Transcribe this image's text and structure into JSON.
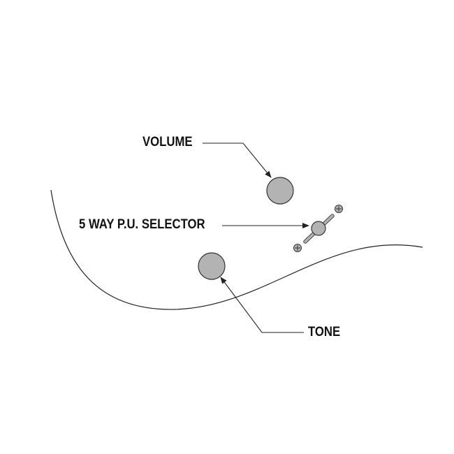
{
  "labels": {
    "volume": "VOLUME",
    "selector": "5 WAY P.U. SELECTOR",
    "tone": "TONE"
  },
  "colors": {
    "knob": "#b3b3b3",
    "line": "#222222"
  }
}
